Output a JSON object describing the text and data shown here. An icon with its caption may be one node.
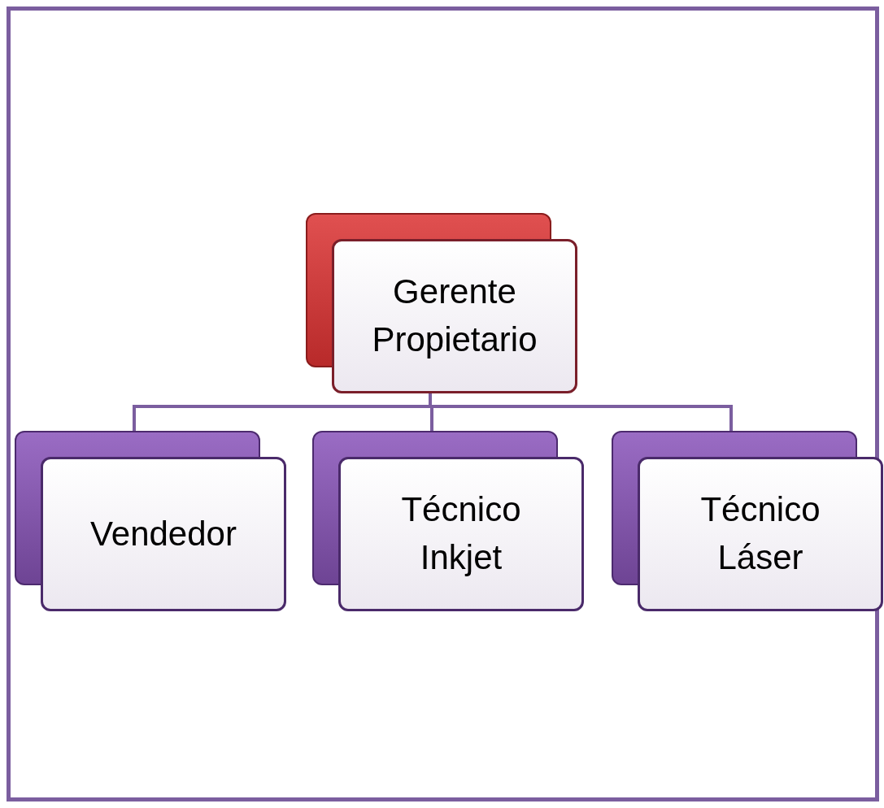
{
  "diagram": {
    "nodes": [
      {
        "text": [
          "Gerente Propietario"
        ]
      },
      {
        "text": [
          "Vendedor"
        ]
      },
      {
        "text": [
          "Técnico Inkjet"
        ]
      },
      {
        "text": [
          "Técnico Láser"
        ]
      }
    ],
    "edges": [
      {
        "from": 0,
        "to": 1,
        "arrow": "none"
      },
      {
        "from": 0,
        "to": 2,
        "arrow": "none"
      },
      {
        "from": 0,
        "to": 3,
        "arrow": "none"
      }
    ]
  }
}
